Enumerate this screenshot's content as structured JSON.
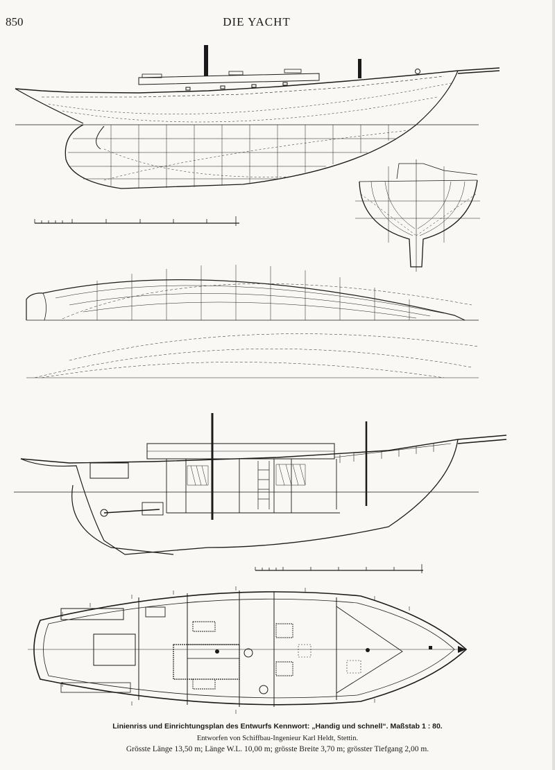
{
  "header": {
    "page_number": "850",
    "running_title": "DIE YACHT"
  },
  "caption": {
    "line1": "Linienriss und Einrichtungsplan des Entwurfs Kennwort: „Handig und schnell“.  Maßstab 1 : 80.",
    "line2": "Entworfen von Schiffbau-Ingenieur Karl Heldt, Stettin.",
    "line3": "Grösste Länge 13,50 m;  Länge W.L. 10,00 m;  grösste Breite 3,70 m;  grösster Tiefgang 2,00 m."
  },
  "colors": {
    "ink": "#1a1a1a",
    "paper": "#f9f8f4"
  }
}
